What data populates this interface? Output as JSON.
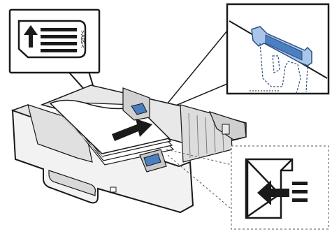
{
  "illustration": {
    "subject": "paper-tray-loading",
    "colors": {
      "outline": "#1a1a1a",
      "tray": "#f2f2f2",
      "tray_shadow": "#cfcfcf",
      "paper": "#ffffff",
      "guide_blue": "#4a7fc1",
      "guide_blue_light": "#a9c6ea",
      "dashed": "#555555"
    }
  },
  "callouts": {
    "top_left_icon": {
      "icon": "paper-feed-direction-icon",
      "vertical_label": ">ABS<"
    },
    "top_right_detail": {
      "icon": "paper-guide-tab-detail"
    },
    "bottom_right_icon": {
      "icon": "paper-size-dial-icon"
    }
  }
}
